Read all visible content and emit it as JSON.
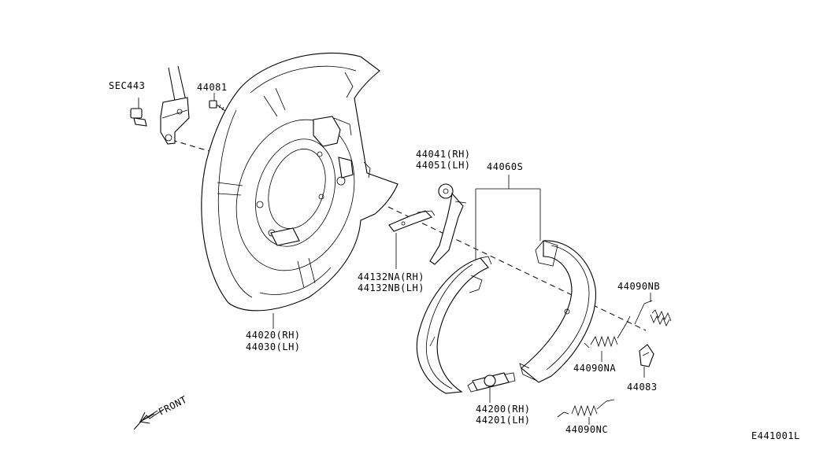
{
  "diagram_code": "E441001L",
  "front_label": "FRONT",
  "labels": {
    "sec443": "SEC443",
    "p44081": "44081",
    "p44041": "44041(RH)",
    "p44051": "44051(LH)",
    "p44060s": "44060S",
    "p44132na": "44132NA(RH)",
    "p44132nb": "44132NB(LH)",
    "p44020": "44020(RH)",
    "p44030": "44030(LH)",
    "p44090nb": "44090NB",
    "p44090na": "44090NA",
    "p44083": "44083",
    "p44200": "44200(RH)",
    "p44201": "44201(LH)",
    "p44090nc": "44090NC"
  }
}
